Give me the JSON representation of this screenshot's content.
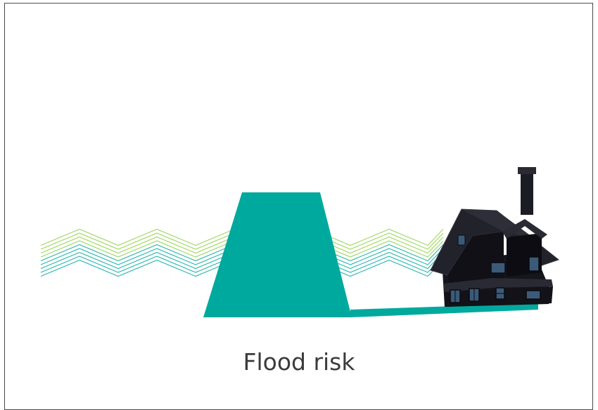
{
  "caption": "Flood risk",
  "colors": {
    "levee": "#00a99d",
    "wave": "#00a99d",
    "wave_light": "#8ccf3f",
    "house": "#1a1a22",
    "window_glow": "#3a5a78"
  },
  "icons": [
    "wave-lines",
    "levee-shape",
    "house-illustration"
  ]
}
